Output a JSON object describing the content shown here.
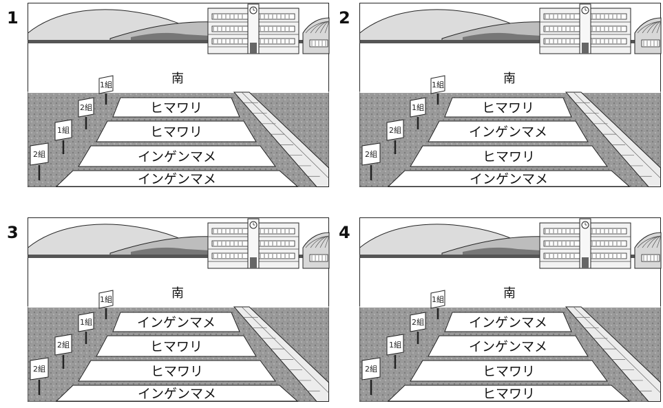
{
  "panels": [
    {
      "number": "1",
      "south_label": "南",
      "sign_labels": [
        "2組",
        "1組",
        "2組",
        "1組"
      ],
      "bed_labels": [
        "ヒマワリ",
        "ヒマワリ",
        "インゲンマメ",
        "インゲンマメ"
      ]
    },
    {
      "number": "2",
      "south_label": "南",
      "sign_labels": [
        "2組",
        "2組",
        "1組",
        "1組"
      ],
      "bed_labels": [
        "ヒマワリ",
        "インゲンマメ",
        "ヒマワリ",
        "インゲンマメ"
      ]
    },
    {
      "number": "3",
      "south_label": "南",
      "sign_labels": [
        "2組",
        "2組",
        "1組",
        "1組"
      ],
      "bed_labels": [
        "インゲンマメ",
        "ヒマワリ",
        "ヒマワリ",
        "インゲンマメ"
      ]
    },
    {
      "number": "4",
      "south_label": "南",
      "sign_labels": [
        "2組",
        "1組",
        "2組",
        "1組"
      ],
      "bed_labels": [
        "インゲンマメ",
        "インゲンマメ",
        "ヒマワリ",
        "ヒマワリ"
      ]
    }
  ],
  "colors": {
    "ground": "#9a9a9a",
    "sky": "#ffffff",
    "hill": "#dcdcdc",
    "line": "#222222"
  }
}
